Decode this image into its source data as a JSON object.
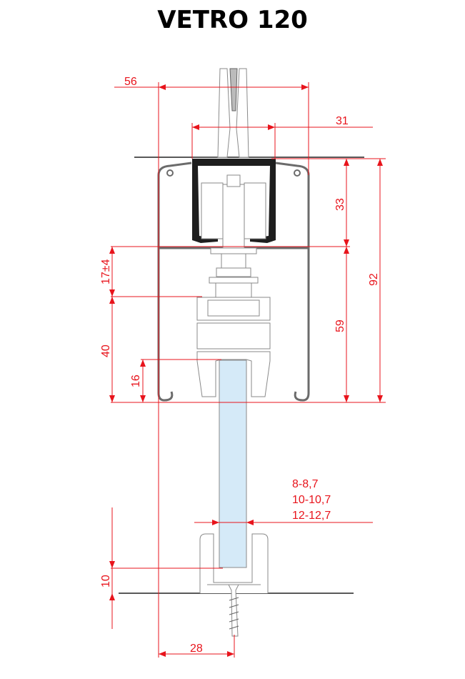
{
  "title": "VETRO 120",
  "dimensions": {
    "width_total": "56",
    "carriage_width": "31",
    "carriage_height": "33",
    "total_height": "92",
    "lower_height": "59",
    "adjustment": "17±4",
    "clamp_height": "40",
    "glass_insert": "16",
    "floor_guide_height": "10",
    "floor_guide_offset": "28",
    "glass_thickness": [
      "8-8,7",
      "10-10,7",
      "12-12,7"
    ]
  },
  "colors": {
    "dimension": "#e8141c",
    "glass": "#d5eaf8",
    "profile": "#6b6b6b"
  }
}
